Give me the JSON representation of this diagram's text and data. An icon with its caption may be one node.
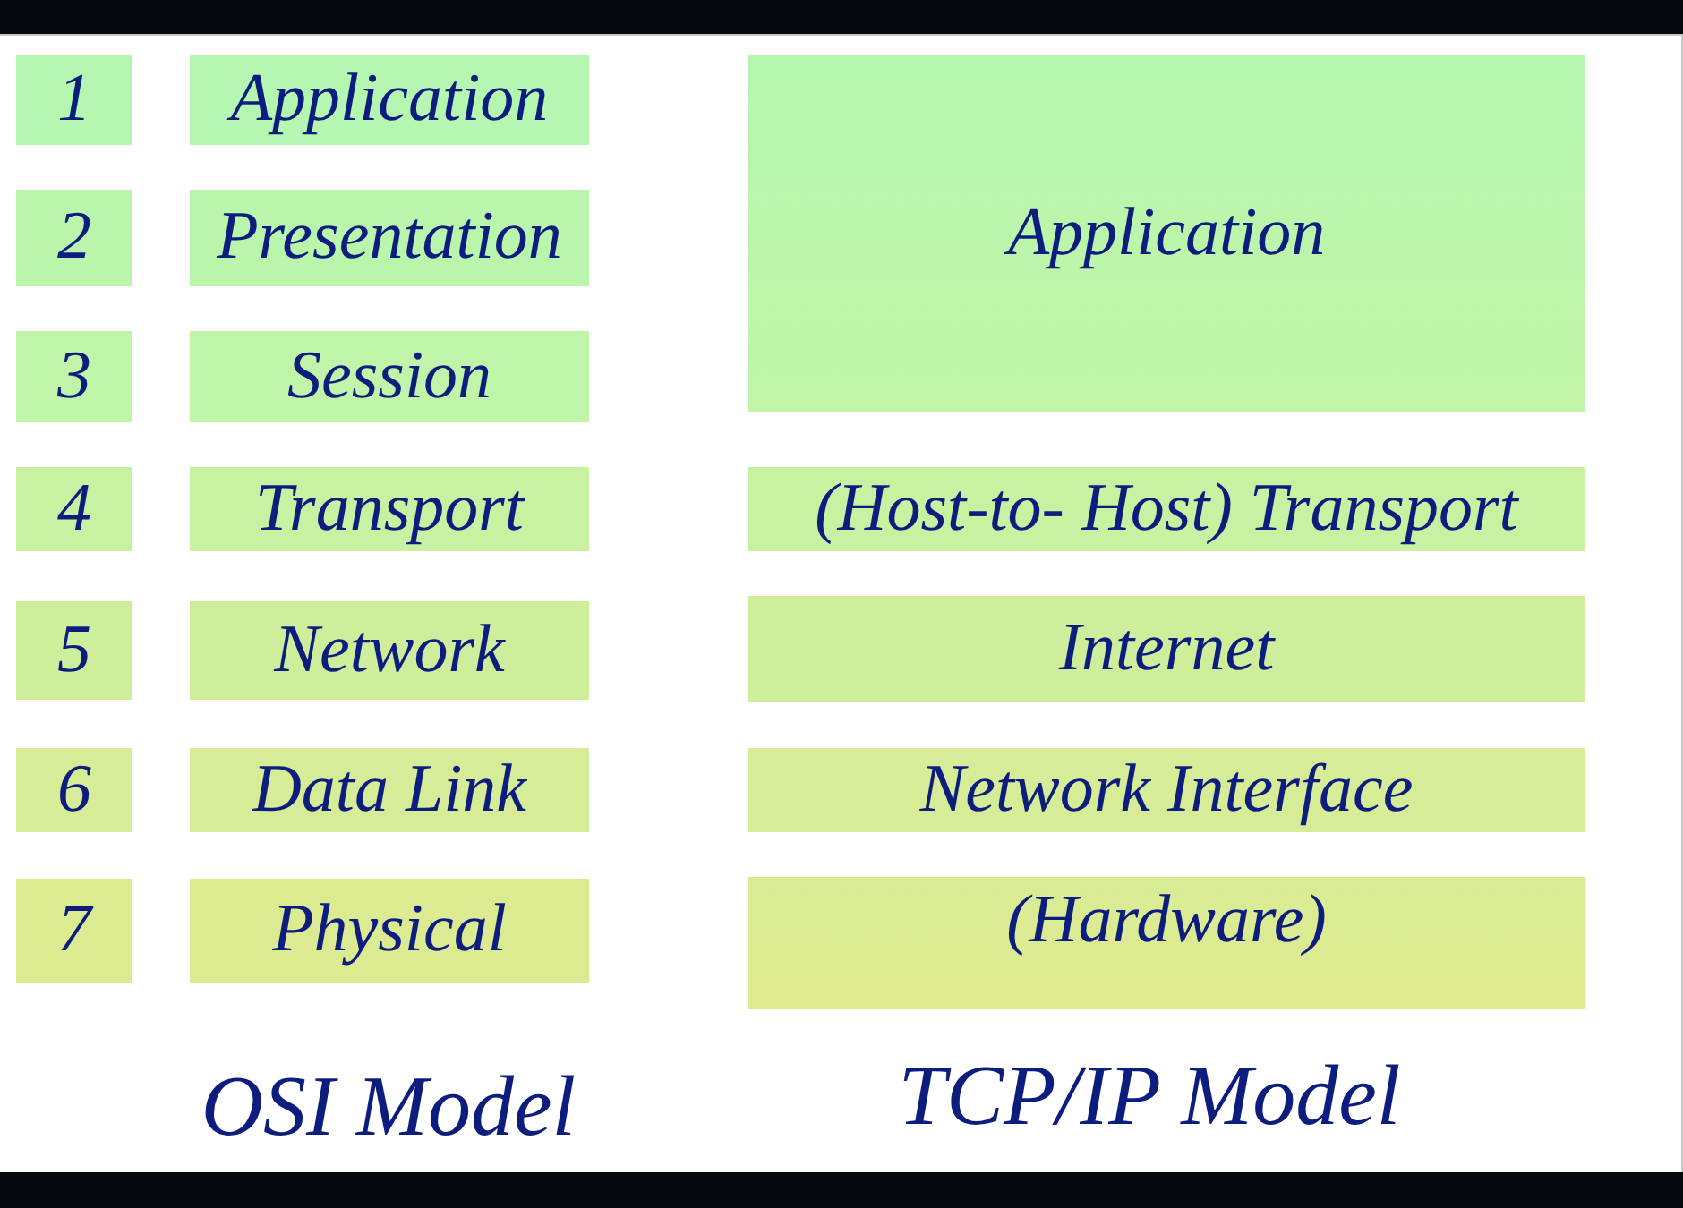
{
  "diagram": {
    "nodes": [
      {
        "text": [
          "1"
        ]
      },
      {
        "text": [
          "Application"
        ]
      },
      {
        "text": [
          "Application"
        ]
      },
      {
        "text": [
          "2"
        ]
      },
      {
        "text": [
          "Presentation"
        ]
      },
      {
        "text": [
          "3"
        ]
      },
      {
        "text": [
          "Session"
        ]
      },
      {
        "text": [
          "4"
        ]
      },
      {
        "text": [
          "Transport"
        ]
      },
      {
        "text": [
          "(Host-to- Host) Transport"
        ]
      },
      {
        "text": [
          "5"
        ]
      },
      {
        "text": [
          "Network"
        ]
      },
      {
        "text": [
          "Internet"
        ]
      },
      {
        "text": [
          "6"
        ]
      },
      {
        "text": [
          "Data Link"
        ]
      },
      {
        "text": [
          "Network Interface"
        ]
      },
      {
        "text": [
          "7"
        ]
      },
      {
        "text": [
          "Physical"
        ]
      },
      {
        "text": [
          "(Hardware)"
        ]
      }
    ],
    "labels": [
      "OSI Model",
      "TCP/IP Model"
    ]
  }
}
